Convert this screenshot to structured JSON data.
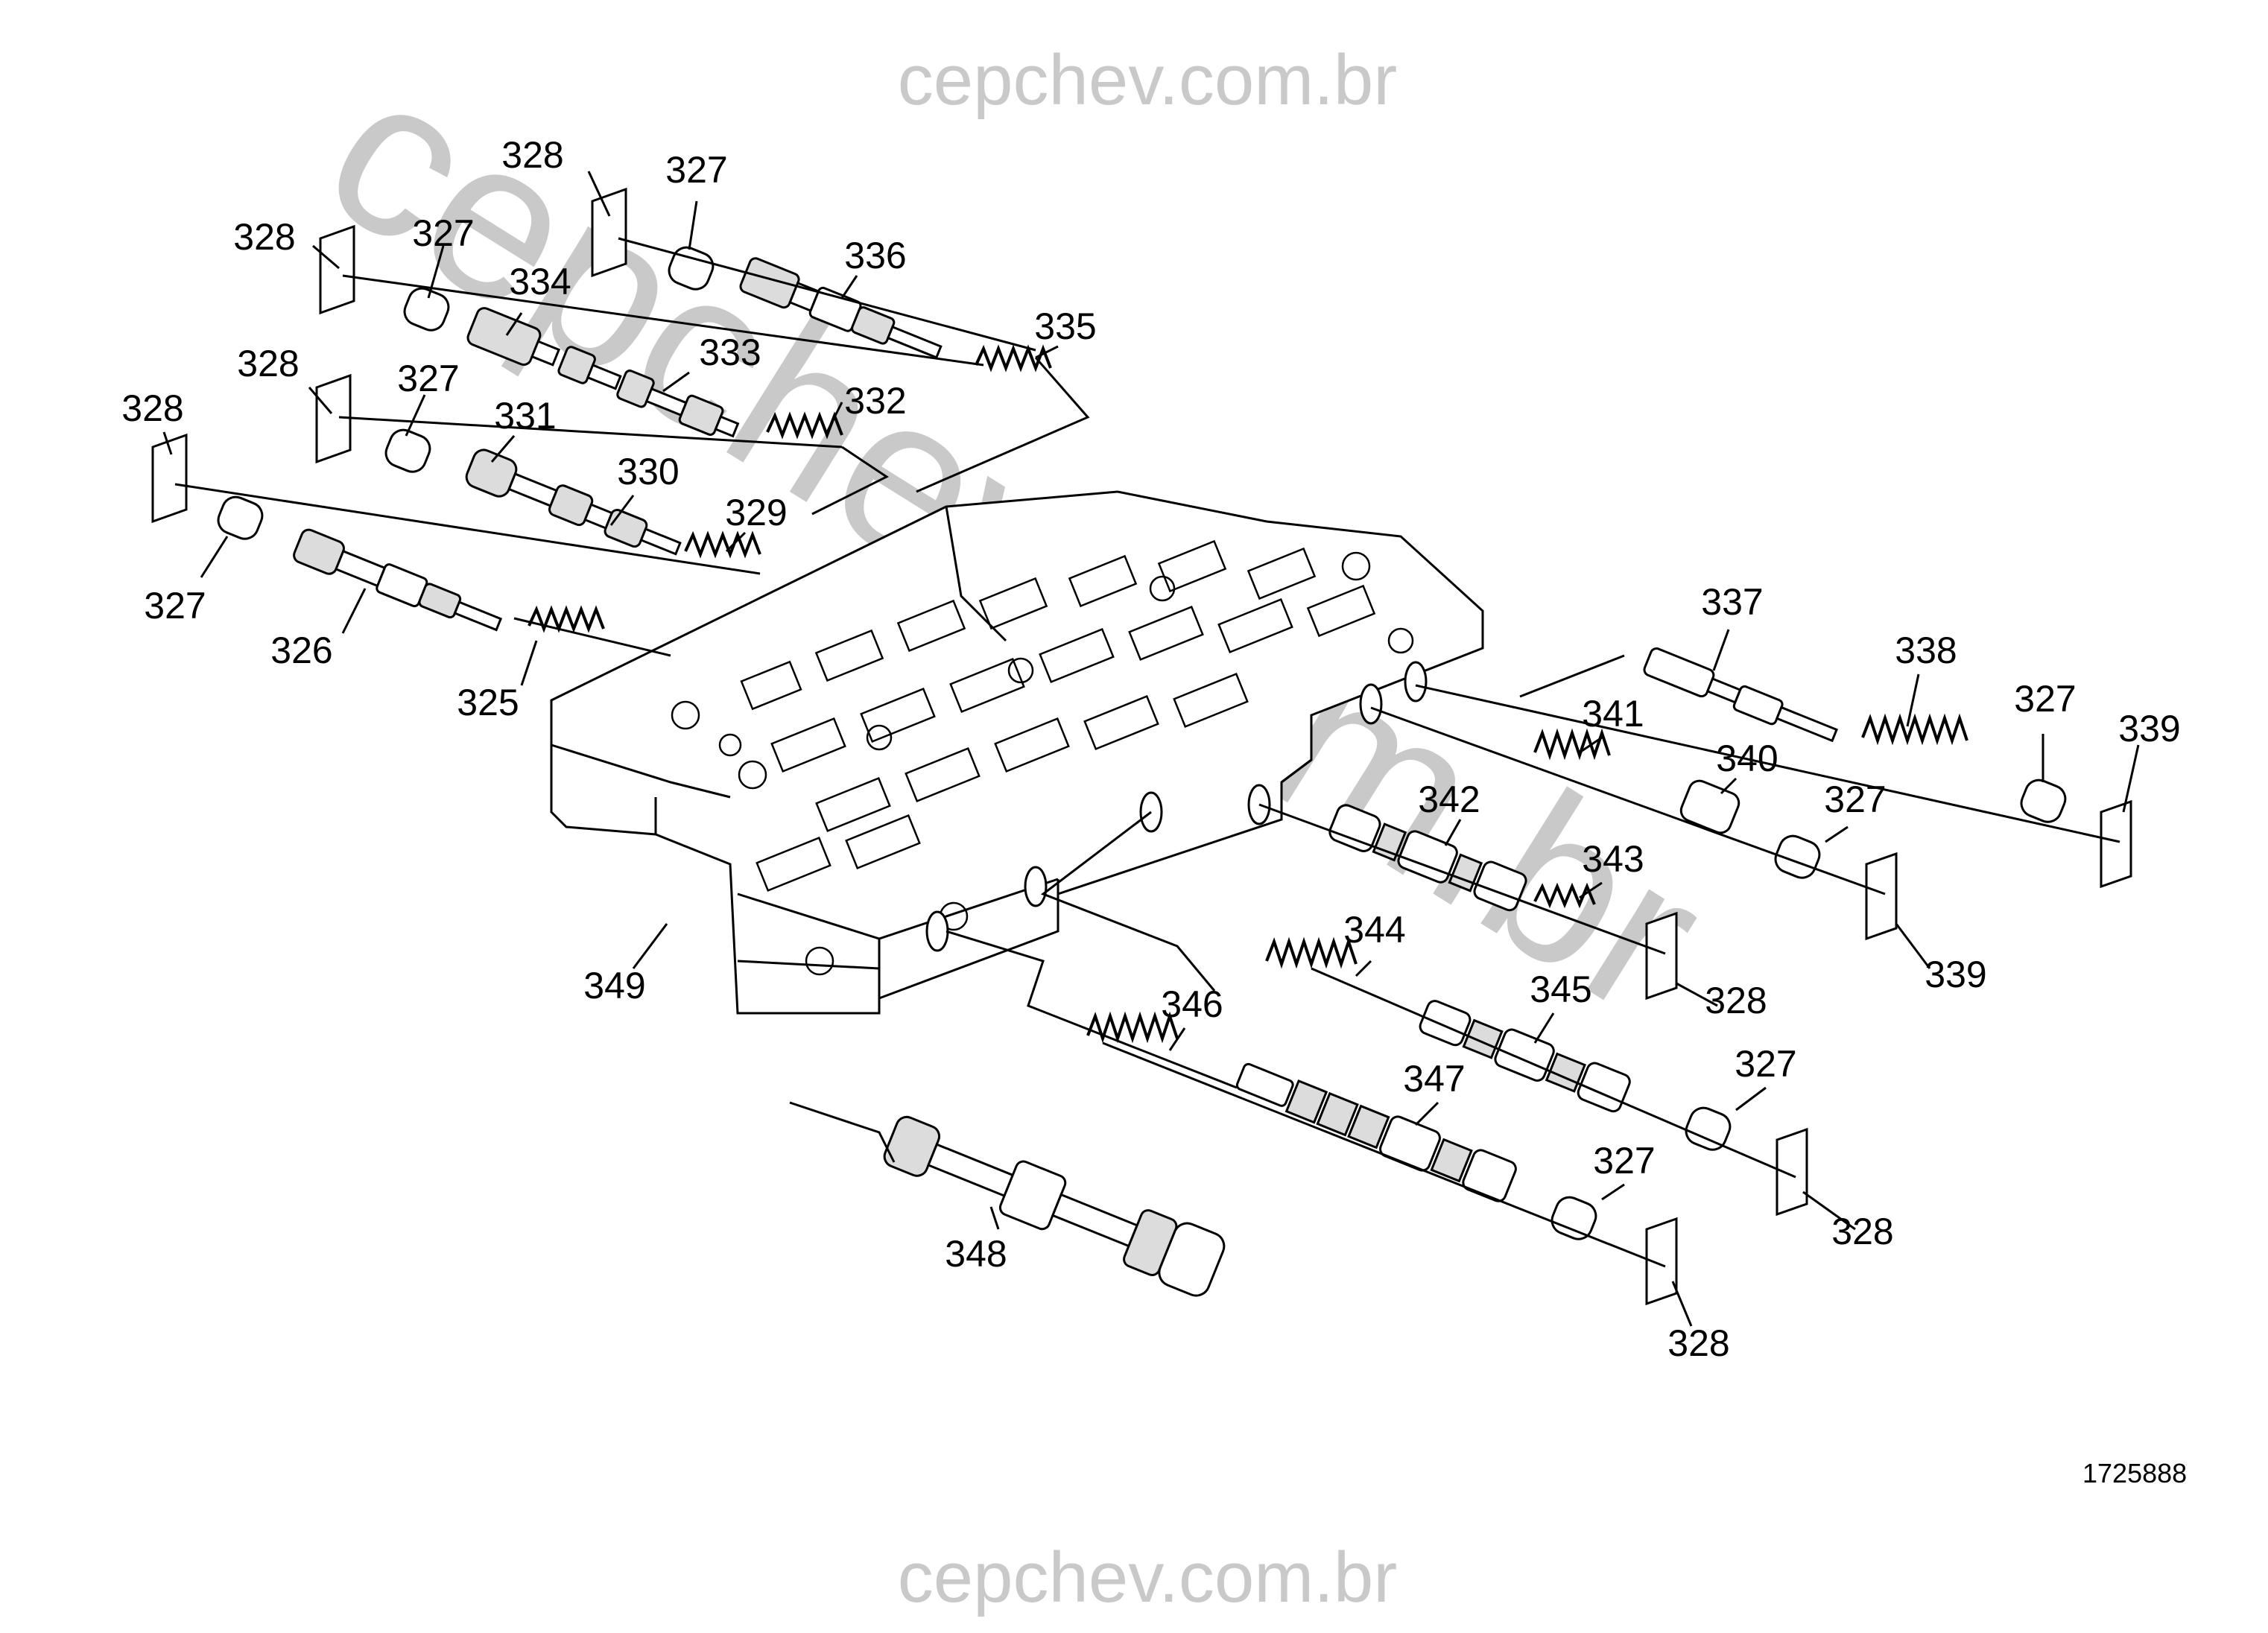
{
  "watermark": {
    "top": "cepchev.com.br",
    "bottom": "cepchev.com.br",
    "diagonal": "cepchev.com.br"
  },
  "figure_id": "1725888",
  "colors": {
    "watermark": "#c9c9c9",
    "ink": "#000000",
    "background": "#ffffff"
  },
  "callouts": [
    {
      "id": "c-328-a",
      "label": "328"
    },
    {
      "id": "c-327-a",
      "label": "327"
    },
    {
      "id": "c-328-b",
      "label": "328"
    },
    {
      "id": "c-327-b",
      "label": "327"
    },
    {
      "id": "c-334",
      "label": "334"
    },
    {
      "id": "c-336",
      "label": "336"
    },
    {
      "id": "c-335",
      "label": "335"
    },
    {
      "id": "c-328-c",
      "label": "328"
    },
    {
      "id": "c-327-c",
      "label": "327"
    },
    {
      "id": "c-333",
      "label": "333"
    },
    {
      "id": "c-332",
      "label": "332"
    },
    {
      "id": "c-328-d",
      "label": "328"
    },
    {
      "id": "c-331",
      "label": "331"
    },
    {
      "id": "c-330",
      "label": "330"
    },
    {
      "id": "c-329",
      "label": "329"
    },
    {
      "id": "c-327-d",
      "label": "327"
    },
    {
      "id": "c-326",
      "label": "326"
    },
    {
      "id": "c-325",
      "label": "325"
    },
    {
      "id": "c-337",
      "label": "337"
    },
    {
      "id": "c-338",
      "label": "338"
    },
    {
      "id": "c-327-e",
      "label": "327"
    },
    {
      "id": "c-339-a",
      "label": "339"
    },
    {
      "id": "c-341",
      "label": "341"
    },
    {
      "id": "c-340",
      "label": "340"
    },
    {
      "id": "c-327-f",
      "label": "327"
    },
    {
      "id": "c-342",
      "label": "342"
    },
    {
      "id": "c-343",
      "label": "343"
    },
    {
      "id": "c-339-b",
      "label": "339"
    },
    {
      "id": "c-328-e",
      "label": "328"
    },
    {
      "id": "c-344",
      "label": "344"
    },
    {
      "id": "c-345",
      "label": "345"
    },
    {
      "id": "c-349",
      "label": "349"
    },
    {
      "id": "c-346",
      "label": "346"
    },
    {
      "id": "c-327-g",
      "label": "327"
    },
    {
      "id": "c-347",
      "label": "347"
    },
    {
      "id": "c-327-h",
      "label": "327"
    },
    {
      "id": "c-328-f",
      "label": "328"
    },
    {
      "id": "c-348",
      "label": "348"
    },
    {
      "id": "c-328-g",
      "label": "328"
    }
  ]
}
